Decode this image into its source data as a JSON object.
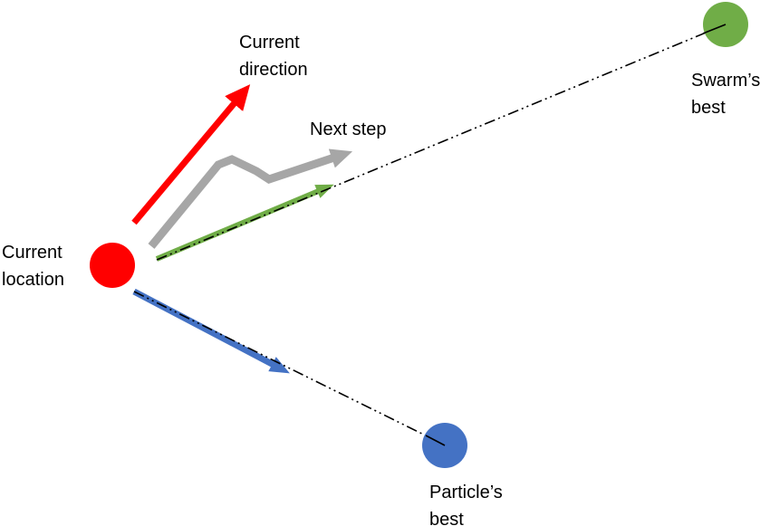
{
  "labels": {
    "current_direction": [
      "Current",
      "direction"
    ],
    "next_step": "Next step",
    "current_location": [
      "Current",
      "location"
    ],
    "swarms_best": [
      "Swarm’s",
      "best"
    ],
    "particles_best": [
      "Particle’s",
      "best"
    ]
  },
  "colors": {
    "current_location": "#ff0000",
    "current_direction_arrow": "#ff0000",
    "next_step_arrow": "#a6a6a6",
    "swarm_arrow": "#70ad47",
    "particle_arrow": "#4472c4",
    "swarm_best": "#70ad47",
    "particles_best": "#4472c4",
    "guide_line": "#000000"
  }
}
